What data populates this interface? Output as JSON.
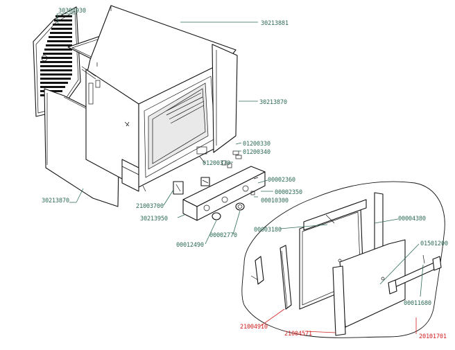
{
  "diagram": {
    "labels": {
      "rear_panel": "30308930",
      "top_panel": "30213881",
      "right_side_panel": "30213870",
      "left_side_panel": "30213870",
      "switch_a": "01200330",
      "switch_b": "01200340",
      "switch_c": "01200370",
      "screw_a": "00002360",
      "screw_b": "00002350",
      "knob_small": "00010300",
      "timer": "21003700",
      "control_panel": "30213950",
      "knob_a": "00012490",
      "knob_b": "00002770",
      "hinge_a": "00003180",
      "glass_screw": "00004380",
      "handle_screw": "01501200",
      "handle": "00011680",
      "door_frame": "21004910",
      "door_glass": "21004571",
      "door_assembly": "20101701"
    },
    "colors": {
      "label": "#2e6b57",
      "door_label": "#d21e1e",
      "line": "#111111"
    }
  }
}
